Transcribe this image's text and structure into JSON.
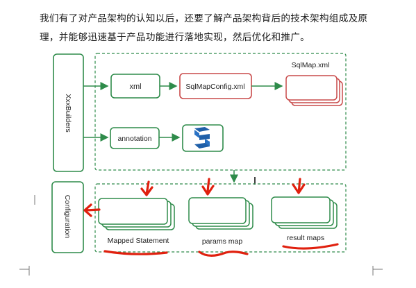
{
  "paragraph": {
    "line1": "我们有了对产品架构的认知以后，还要了解产品架构背后的技术架构组成及原",
    "line2": "理，并能够迅速基于产品功能进行落地实现，然后优化和推广。"
  },
  "diagram": {
    "builders_label": "XxxBuilders",
    "configuration_label": "Configuration",
    "xml_label": "xml",
    "sqlmapconfig_label": "SqlMapConfig.xml",
    "sqlmap_label": "SqlMap.xml",
    "annotation_label": "annotation",
    "mapped_statement_label": "Mapped Statement",
    "params_map_label": "params map",
    "result_maps_label": "result maps"
  },
  "colors": {
    "green": "#2e8b4a",
    "red_outline": "#c94a4a",
    "annotation_red": "#e0200e",
    "logo_blue": "#1f5fa8",
    "text": "#1a1a1a"
  }
}
